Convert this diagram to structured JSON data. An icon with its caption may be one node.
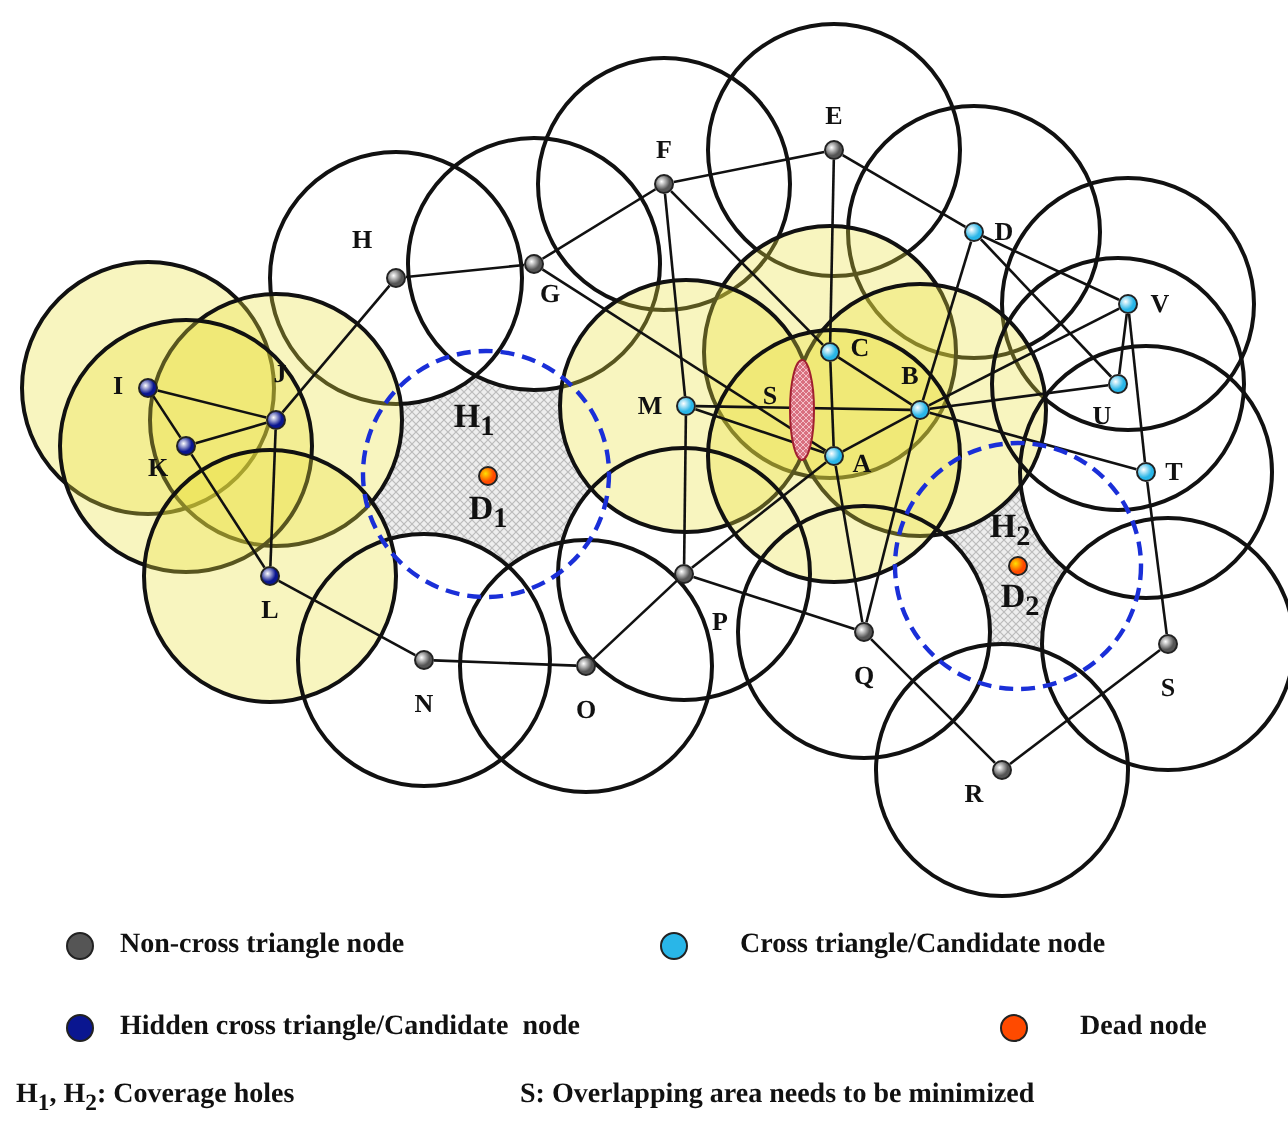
{
  "diagram": {
    "nodes": [
      {
        "text": [
          "E"
        ]
      },
      {
        "text": [
          "F"
        ]
      },
      {
        "text": [
          "D"
        ]
      },
      {
        "text": [
          "H"
        ]
      },
      {
        "text": [
          "G"
        ]
      },
      {
        "text": [
          "V"
        ]
      },
      {
        "text": [
          "C"
        ]
      },
      {
        "text": [
          "I"
        ]
      },
      {
        "text": [
          "J"
        ]
      },
      {
        "text": [
          "M"
        ]
      },
      {
        "text": [
          "S"
        ]
      },
      {
        "text": [
          "B"
        ]
      },
      {
        "text": [
          "U"
        ]
      },
      {
        "text": [
          "K"
        ]
      },
      {
        "text": [
          "A"
        ]
      },
      {
        "text": [
          "H$_{1}$"
        ]
      },
      {
        "text": [
          "D$_{1}$"
        ],
        "in": 15
      },
      {
        "text": [
          "T"
        ]
      },
      {
        "text": [
          "H$_{2}$"
        ]
      },
      {
        "text": [
          "D$_{2}$"
        ],
        "in": 18
      },
      {
        "text": [
          "L"
        ]
      },
      {
        "text": [
          "P"
        ]
      },
      {
        "text": [
          "Q"
        ]
      },
      {
        "text": [
          "N"
        ]
      },
      {
        "text": [
          "O"
        ]
      },
      {
        "text": [
          "S"
        ]
      },
      {
        "text": [
          "R"
        ]
      }
    ],
    "edges": [
      {
        "from": 3,
        "to": 4,
        "arrow": "none"
      },
      {
        "from": 4,
        "to": 1,
        "arrow": "none"
      },
      {
        "from": 4,
        "to": 14,
        "arrow": "none"
      },
      {
        "from": 3,
        "to": 8,
        "arrow": "none"
      },
      {
        "from": 7,
        "to": 8,
        "arrow": "none"
      },
      {
        "from": 7,
        "to": 13,
        "arrow": "none"
      },
      {
        "from": 13,
        "to": 8,
        "arrow": "none"
      },
      {
        "from": 13,
        "to": 20,
        "arrow": "none"
      },
      {
        "from": 8,
        "to": 20,
        "arrow": "none"
      },
      {
        "from": 20,
        "to": 23,
        "arrow": "none"
      },
      {
        "from": 23,
        "to": 24,
        "arrow": "none"
      },
      {
        "from": 24,
        "to": 21,
        "arrow": "none"
      },
      {
        "from": 9,
        "to": 21,
        "arrow": "none"
      },
      {
        "from": 21,
        "to": 22,
        "arrow": "none"
      },
      {
        "from": 21,
        "to": 14,
        "arrow": "none"
      },
      {
        "from": 22,
        "to": 14,
        "arrow": "none"
      },
      {
        "from": 22,
        "to": 11,
        "arrow": "none"
      },
      {
        "from": 22,
        "to": 26,
        "arrow": "none"
      },
      {
        "from": 26,
        "to": 25,
        "arrow": "none"
      },
      {
        "from": 25,
        "to": 17,
        "arrow": "none"
      },
      {
        "from": 1,
        "to": 0,
        "arrow": "none"
      },
      {
        "from": 0,
        "to": 2,
        "arrow": "none"
      },
      {
        "from": 0,
        "to": 6,
        "arrow": "none"
      },
      {
        "from": 1,
        "to": 9,
        "arrow": "none"
      },
      {
        "from": 1,
        "to": 6,
        "arrow": "none"
      },
      {
        "from": 9,
        "to": 11,
        "arrow": "none"
      },
      {
        "from": 9,
        "to": 14,
        "arrow": "none"
      },
      {
        "from": 6,
        "to": 11,
        "arrow": "none"
      },
      {
        "from": 6,
        "to": 14,
        "arrow": "none"
      },
      {
        "from": 14,
        "to": 11,
        "arrow": "none"
      },
      {
        "from": 2,
        "to": 11,
        "arrow": "none"
      },
      {
        "from": 2,
        "to": 5,
        "arrow": "none"
      },
      {
        "from": 2,
        "to": 12,
        "arrow": "none"
      },
      {
        "from": 11,
        "to": 5,
        "arrow": "none"
      },
      {
        "from": 11,
        "to": 12,
        "arrow": "none"
      },
      {
        "from": 11,
        "to": 17,
        "arrow": "none"
      },
      {
        "from": 5,
        "to": 12,
        "arrow": "none"
      },
      {
        "from": 5,
        "to": 17,
        "arrow": "none"
      }
    ],
    "labels": [
      "H$_{1}$, H$_{2}$: Coverage holes",
      "S: Overlapping area needs to be minimized"
    ],
    "legend": [
      {
        "text": "Non-cross triangle node",
        "color": "#555555"
      },
      {
        "text": "Cross triangle/Candidate node",
        "color": "#29b6e8"
      },
      {
        "text": "Hidden cross triangle/Candidate  node",
        "color": "#0a1690"
      },
      {
        "text": "Dead node",
        "color": "#ff4a00"
      }
    ]
  }
}
